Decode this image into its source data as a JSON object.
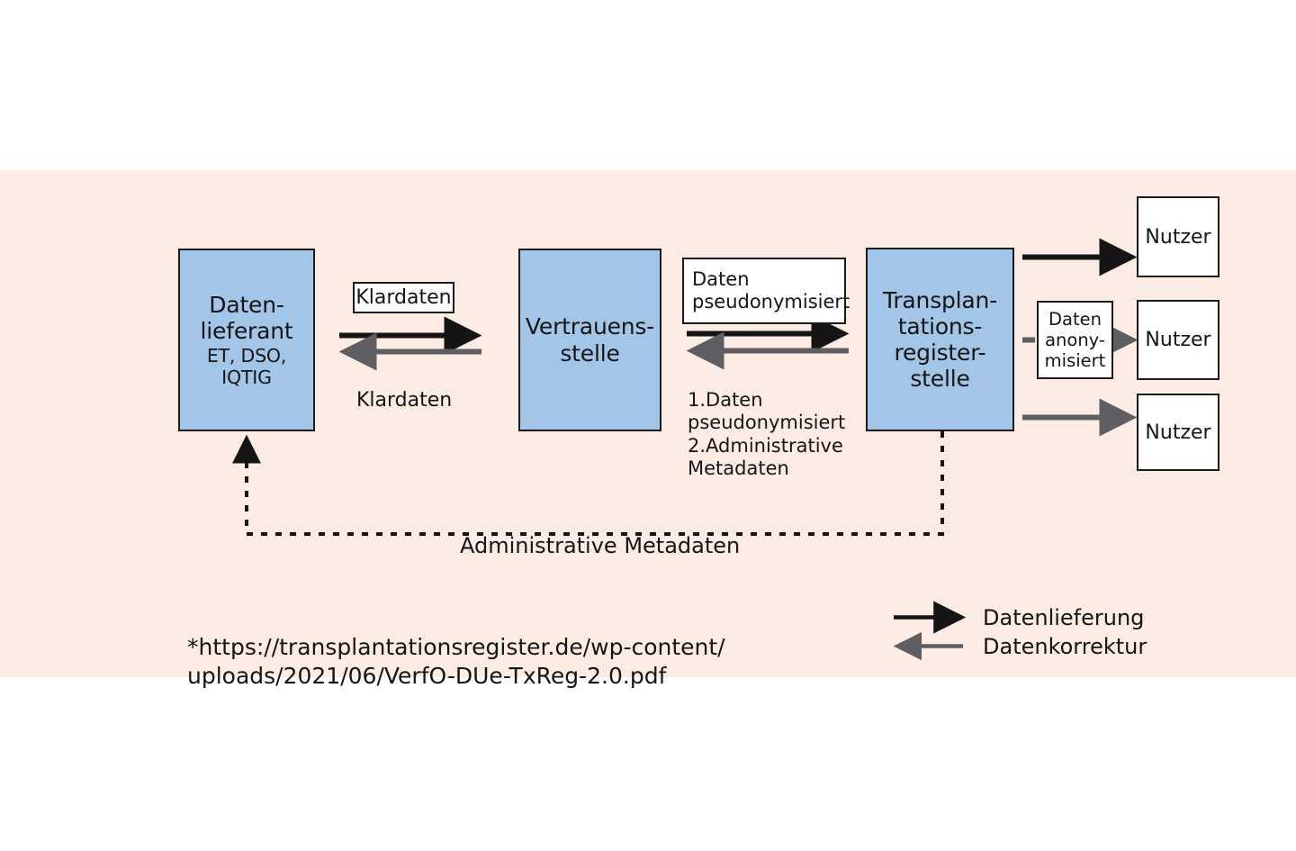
{
  "figure": {
    "background_band_color": "#fcece3",
    "box_fill_color": "#a3c6e8",
    "stroke_color": "#1b1b1b",
    "delivery_arrow_color": "#151515",
    "correction_arrow_color": "#5e5e63"
  },
  "nodes": {
    "data_supplier": {
      "title": "Daten-\nlieferant",
      "subtitle": "ET, DSO, IQTIG"
    },
    "trust_office": {
      "title": "Vertrauens-\nstelle"
    },
    "registry_office": {
      "title": "Transplan-\ntations-\nregister-\nstelle"
    },
    "users": [
      {
        "label": "Nutzer"
      },
      {
        "label": "Nutzer"
      },
      {
        "label": "Nutzer"
      }
    ]
  },
  "edge_labels": {
    "klardaten_boxed": "Klardaten",
    "klardaten_plain": "Klardaten",
    "daten_pseudonymisiert_boxed": "Daten\npseudonymisiert",
    "returns_list": "1.Daten\n pseudonymisiert\n2.Administrative\n Metadaten",
    "daten_anonymisiert_boxed": "Daten\nanony-\nmisiert",
    "administrative_metadaten": "Administrative Metadaten"
  },
  "footer": {
    "source_note": "*https://transplantationsregister.de/wp-content/\nuploads/2021/06/VerfO-DUe-TxReg-2.0.pdf"
  },
  "legend": {
    "items": [
      {
        "label": "Datenlieferung",
        "direction": "right",
        "color": "#151515"
      },
      {
        "label": "Datenkorrektur",
        "direction": "left",
        "color": "#5e5e63"
      }
    ]
  }
}
